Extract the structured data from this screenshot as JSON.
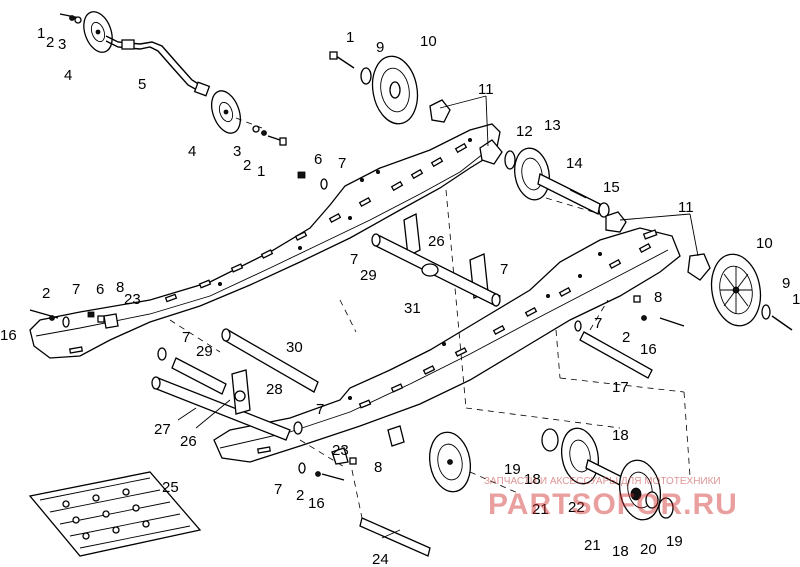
{
  "callouts": [
    {
      "id": "c1a",
      "text": "1"
    },
    {
      "id": "c2a",
      "text": "2"
    },
    {
      "id": "c3a",
      "text": "3"
    },
    {
      "id": "c4a",
      "text": "4"
    },
    {
      "id": "c5",
      "text": "5"
    },
    {
      "id": "c4b",
      "text": "4"
    },
    {
      "id": "c3b",
      "text": "3"
    },
    {
      "id": "c2b",
      "text": "2"
    },
    {
      "id": "c1b",
      "text": "1"
    },
    {
      "id": "c1c",
      "text": "1"
    },
    {
      "id": "c9a",
      "text": "9"
    },
    {
      "id": "c10a",
      "text": "10"
    },
    {
      "id": "c11a",
      "text": "11"
    },
    {
      "id": "c12",
      "text": "12"
    },
    {
      "id": "c13",
      "text": "13"
    },
    {
      "id": "c6a",
      "text": "6"
    },
    {
      "id": "c7a",
      "text": "7"
    },
    {
      "id": "c14",
      "text": "14"
    },
    {
      "id": "c15",
      "text": "15"
    },
    {
      "id": "c11b",
      "text": "11"
    },
    {
      "id": "c26a",
      "text": "26"
    },
    {
      "id": "c7b",
      "text": "7"
    },
    {
      "id": "c29a",
      "text": "29"
    },
    {
      "id": "c7c",
      "text": "7"
    },
    {
      "id": "c31",
      "text": "31"
    },
    {
      "id": "c10b",
      "text": "10"
    },
    {
      "id": "c9b",
      "text": "9"
    },
    {
      "id": "c1d",
      "text": "1"
    },
    {
      "id": "c2c",
      "text": "2"
    },
    {
      "id": "c7d",
      "text": "7"
    },
    {
      "id": "c6b",
      "text": "6"
    },
    {
      "id": "c8a",
      "text": "8"
    },
    {
      "id": "c23a",
      "text": "23"
    },
    {
      "id": "c16a",
      "text": "16"
    },
    {
      "id": "c8b",
      "text": "8"
    },
    {
      "id": "c7e",
      "text": "7"
    },
    {
      "id": "c2d",
      "text": "2"
    },
    {
      "id": "c16b",
      "text": "16"
    },
    {
      "id": "c17",
      "text": "17"
    },
    {
      "id": "c7f",
      "text": "7"
    },
    {
      "id": "c29b",
      "text": "29"
    },
    {
      "id": "c30",
      "text": "30"
    },
    {
      "id": "c28",
      "text": "28"
    },
    {
      "id": "c27",
      "text": "27"
    },
    {
      "id": "c26b",
      "text": "26"
    },
    {
      "id": "c7g",
      "text": "7"
    },
    {
      "id": "c23b",
      "text": "23"
    },
    {
      "id": "c8c",
      "text": "8"
    },
    {
      "id": "c7h",
      "text": "7"
    },
    {
      "id": "c2e",
      "text": "2"
    },
    {
      "id": "c16c",
      "text": "16"
    },
    {
      "id": "c25",
      "text": "25"
    },
    {
      "id": "c24",
      "text": "24"
    },
    {
      "id": "c18a",
      "text": "18"
    },
    {
      "id": "c19a",
      "text": "19"
    },
    {
      "id": "c18b",
      "text": "18"
    },
    {
      "id": "c21a",
      "text": "21"
    },
    {
      "id": "c22",
      "text": "22"
    },
    {
      "id": "c21b",
      "text": "21"
    },
    {
      "id": "c18c",
      "text": "18"
    },
    {
      "id": "c20",
      "text": "20"
    },
    {
      "id": "c19b",
      "text": "19"
    }
  ],
  "watermark": {
    "tagline": "ЗАПЧАСТИ И АКСЕССУАРЫ ДЛЯ МОТОТЕХНИКИ",
    "brand": "PARTSOFOR.RU"
  }
}
